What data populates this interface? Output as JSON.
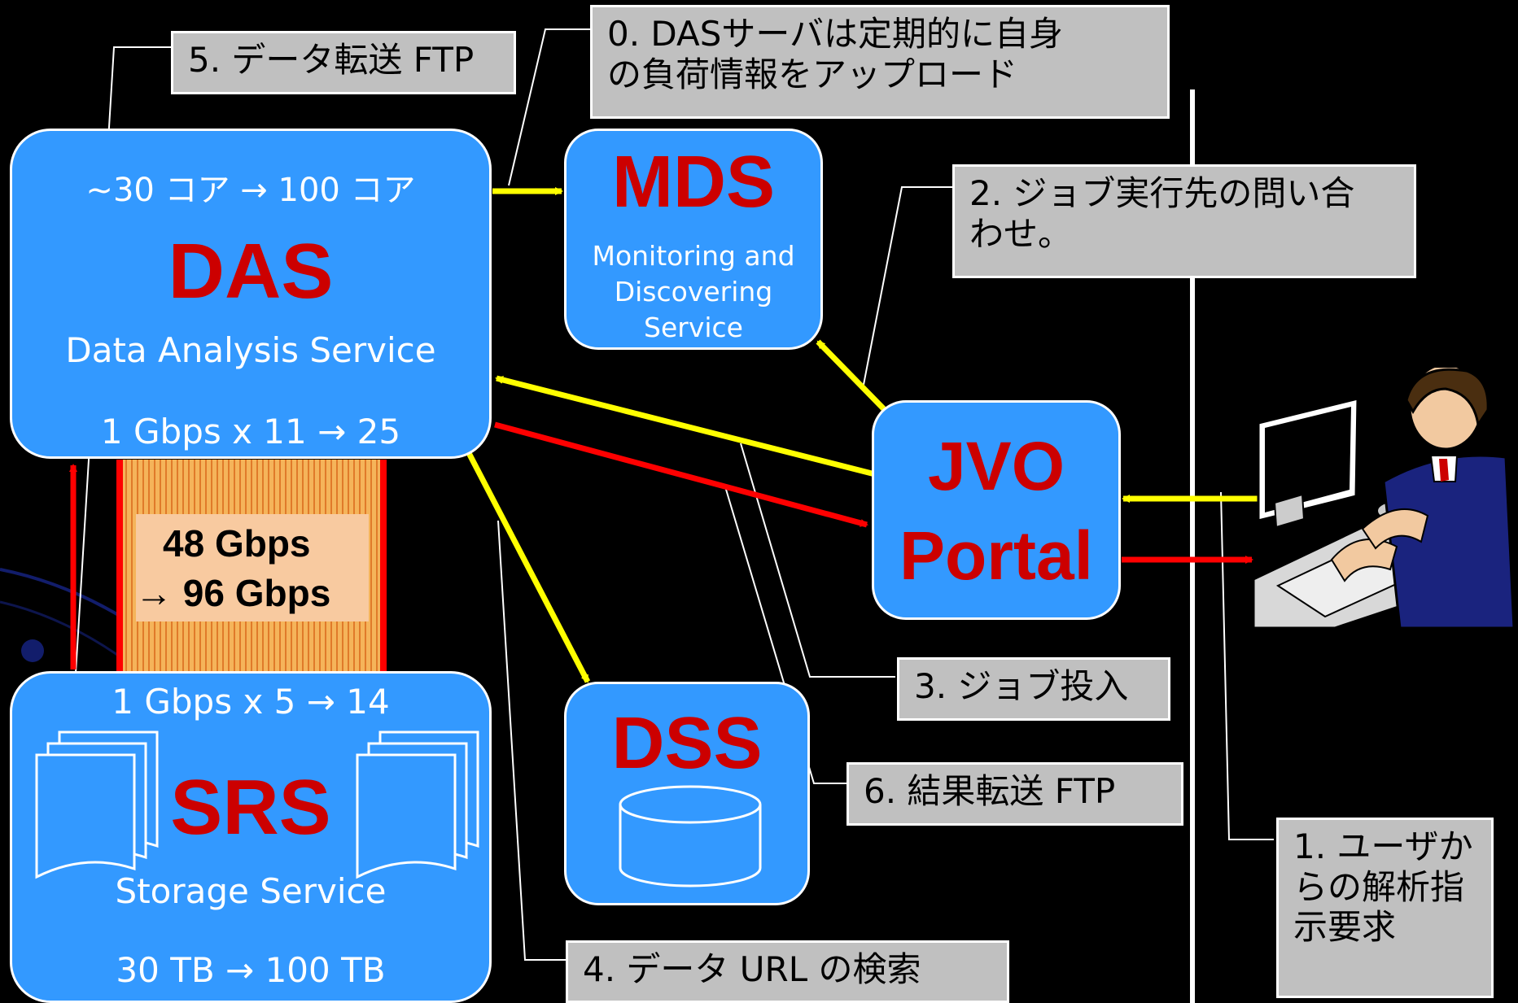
{
  "das": {
    "cores": "~30 コア → 100 コア",
    "name": "DAS",
    "subtitle": "Data Analysis Service",
    "network": "1 Gbps x 11 → 25"
  },
  "mds": {
    "name": "MDS",
    "subtitle_line1": "Monitoring and",
    "subtitle_line2": "Discovering",
    "subtitle_line3": "Service"
  },
  "jvo": {
    "line1": "JVO",
    "line2": "Portal"
  },
  "dss": {
    "name": "DSS"
  },
  "srs": {
    "network": "1 Gbps x 5 → 14",
    "name": "SRS",
    "subtitle": "Storage Service",
    "capacity": "30 TB → 100 TB"
  },
  "link": {
    "line1": "48 Gbps",
    "line2": "→ 96 Gbps"
  },
  "callouts": {
    "step0_line1": "0. DASサーバは定期的に自身",
    "step0_line2": "の負荷情報をアップロード",
    "step1_line1": "1. ユーザか",
    "step1_line2": "らの解析指",
    "step1_line3": "示要求",
    "step2_line1": "2. ジョブ実行先の問い合",
    "step2_line2": "わせ。",
    "step3": "3. ジョブ投入",
    "step4": "4. データ URL の検索",
    "step5": "5. データ転送 FTP",
    "step6": "6. 結果転送 FTP"
  },
  "colors": {
    "box_fill": "#3399ff",
    "title_red": "#cc0000",
    "arrow_yellow": "#ffff00",
    "arrow_red": "#ff0000",
    "callout_fill": "#c0c0c0",
    "link_fill": "#f5b45a"
  }
}
